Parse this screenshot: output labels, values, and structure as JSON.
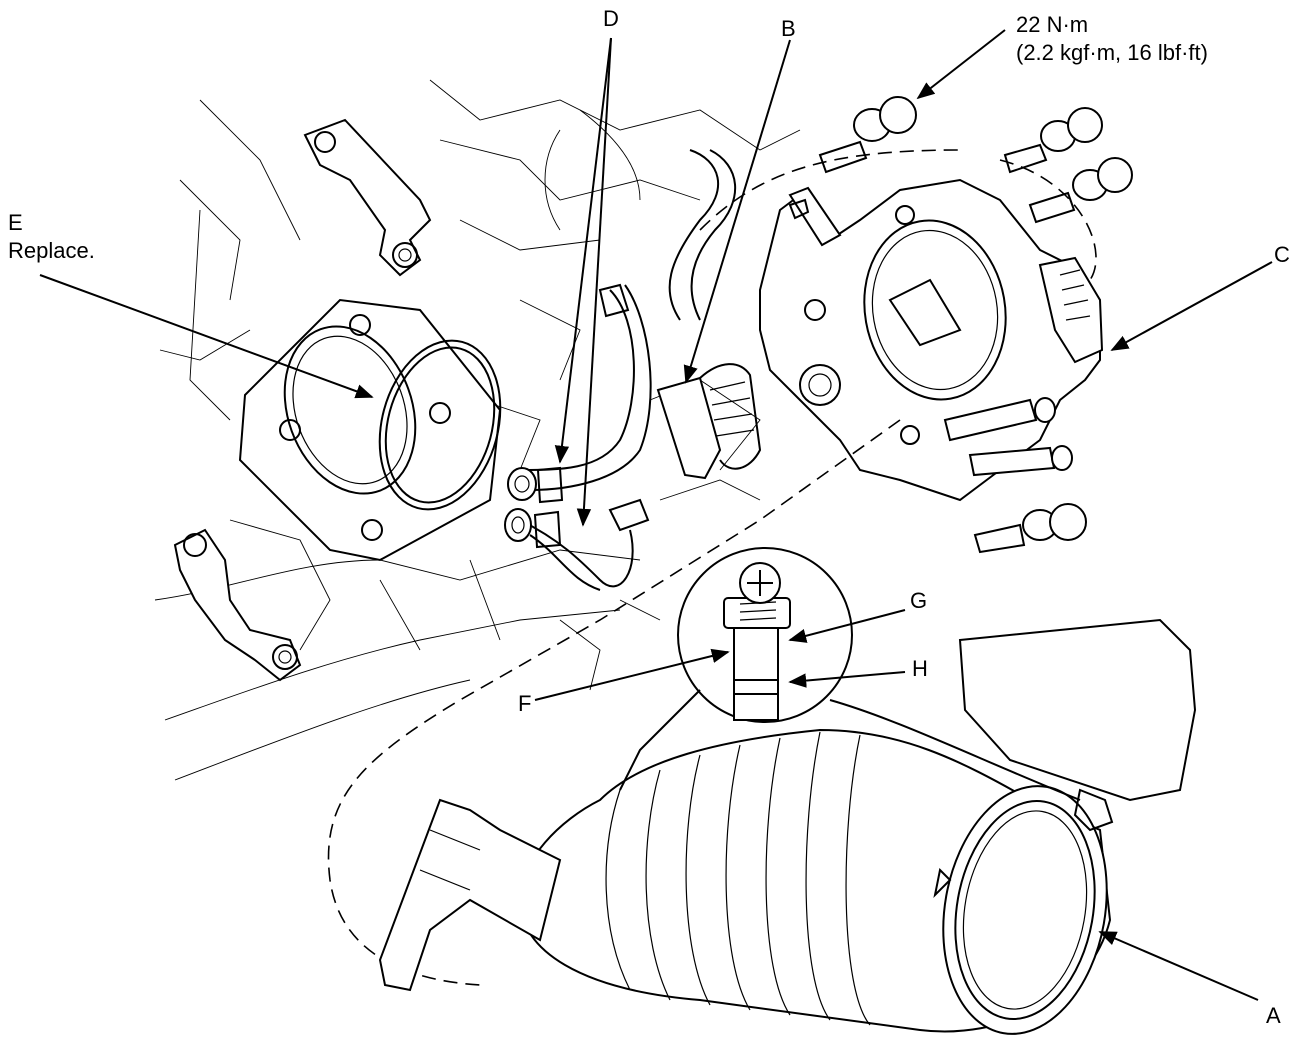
{
  "labels": {
    "a": "A",
    "b": "B",
    "c": "C",
    "d": "D",
    "e": "E",
    "e_note": "Replace.",
    "f": "F",
    "g": "G",
    "h": "H"
  },
  "torque": {
    "line1": "22 N·m",
    "line2": "(2.2 kgf·m, 16 lbf·ft)"
  }
}
